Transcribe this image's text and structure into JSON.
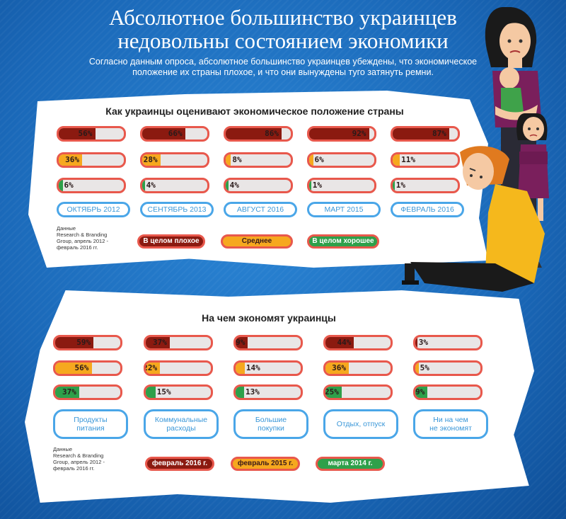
{
  "title_line1": "Абсолютное большинство украинцев",
  "title_line2": "недовольны состоянием экономики",
  "subtitle": "Согласно данным опроса, абсолютное большинство украинцев убеждены, что экономическое положение их страны плохое, и что они вынуждены туго затянуть ремни.",
  "colors": {
    "bad": "#8b1a10",
    "mid": "#f6a81e",
    "good": "#2ea04a",
    "border": "#e8584c",
    "track": "#e9e6e6",
    "pill": "#4aa6e8"
  },
  "chart1": {
    "title": "Как украинцы оценивают экономическое положение страны",
    "periods": [
      "ОКТЯБРЬ 2012",
      "СЕНТЯБРЬ 2013",
      "АВГУСТ 2016",
      "МАРТ 2015",
      "ФЕВРАЛЬ 2016"
    ],
    "rows": [
      {
        "key": "bad",
        "values": [
          56,
          66,
          86,
          92,
          87
        ],
        "labels": [
          "56%",
          "66%",
          "86%",
          "92%",
          "87%"
        ]
      },
      {
        "key": "mid",
        "values": [
          36,
          28,
          8,
          6,
          11
        ],
        "labels": [
          "36%",
          "28%",
          "8%",
          "6%",
          "11%"
        ]
      },
      {
        "key": "good",
        "values": [
          6,
          4,
          4,
          1,
          1
        ],
        "labels": [
          "6%",
          "4%",
          "4%",
          "1%",
          "1%"
        ]
      }
    ],
    "legend": [
      "В целом плохое",
      "Среднее",
      "В целом хорошее"
    ],
    "source": [
      "Данные",
      "Research & Branding",
      "Group, апрель 2012 -",
      "февраль 2016 гг."
    ]
  },
  "chart2": {
    "title": "На чем экономят украинцы",
    "categories": [
      [
        "Продукты",
        "питания"
      ],
      [
        "Коммунальные",
        "расходы"
      ],
      [
        "Большие",
        "покупки"
      ],
      [
        "Отдых, отпуск",
        ""
      ],
      [
        "Ни на чем",
        "не экономят"
      ]
    ],
    "rows": [
      {
        "key": "bad",
        "values": [
          59,
          37,
          19,
          44,
          3
        ],
        "labels": [
          "59%",
          "37%",
          "19%",
          "44%",
          "3%"
        ]
      },
      {
        "key": "mid",
        "values": [
          56,
          22,
          14,
          36,
          5
        ],
        "labels": [
          "56%",
          "22%",
          "14%",
          "36%",
          "5%"
        ]
      },
      {
        "key": "good",
        "values": [
          37,
          15,
          13,
          25,
          19
        ],
        "labels": [
          "37%",
          "15%",
          "13%",
          "25%",
          "19%"
        ]
      }
    ],
    "legend": [
      "февраль 2016 г.",
      "февраль 2015 г.",
      "марта 2014 г."
    ],
    "source": [
      "Данные",
      "Research & Branding",
      "Group, апрель 2012 -",
      "февраль 2016 гг."
    ]
  }
}
